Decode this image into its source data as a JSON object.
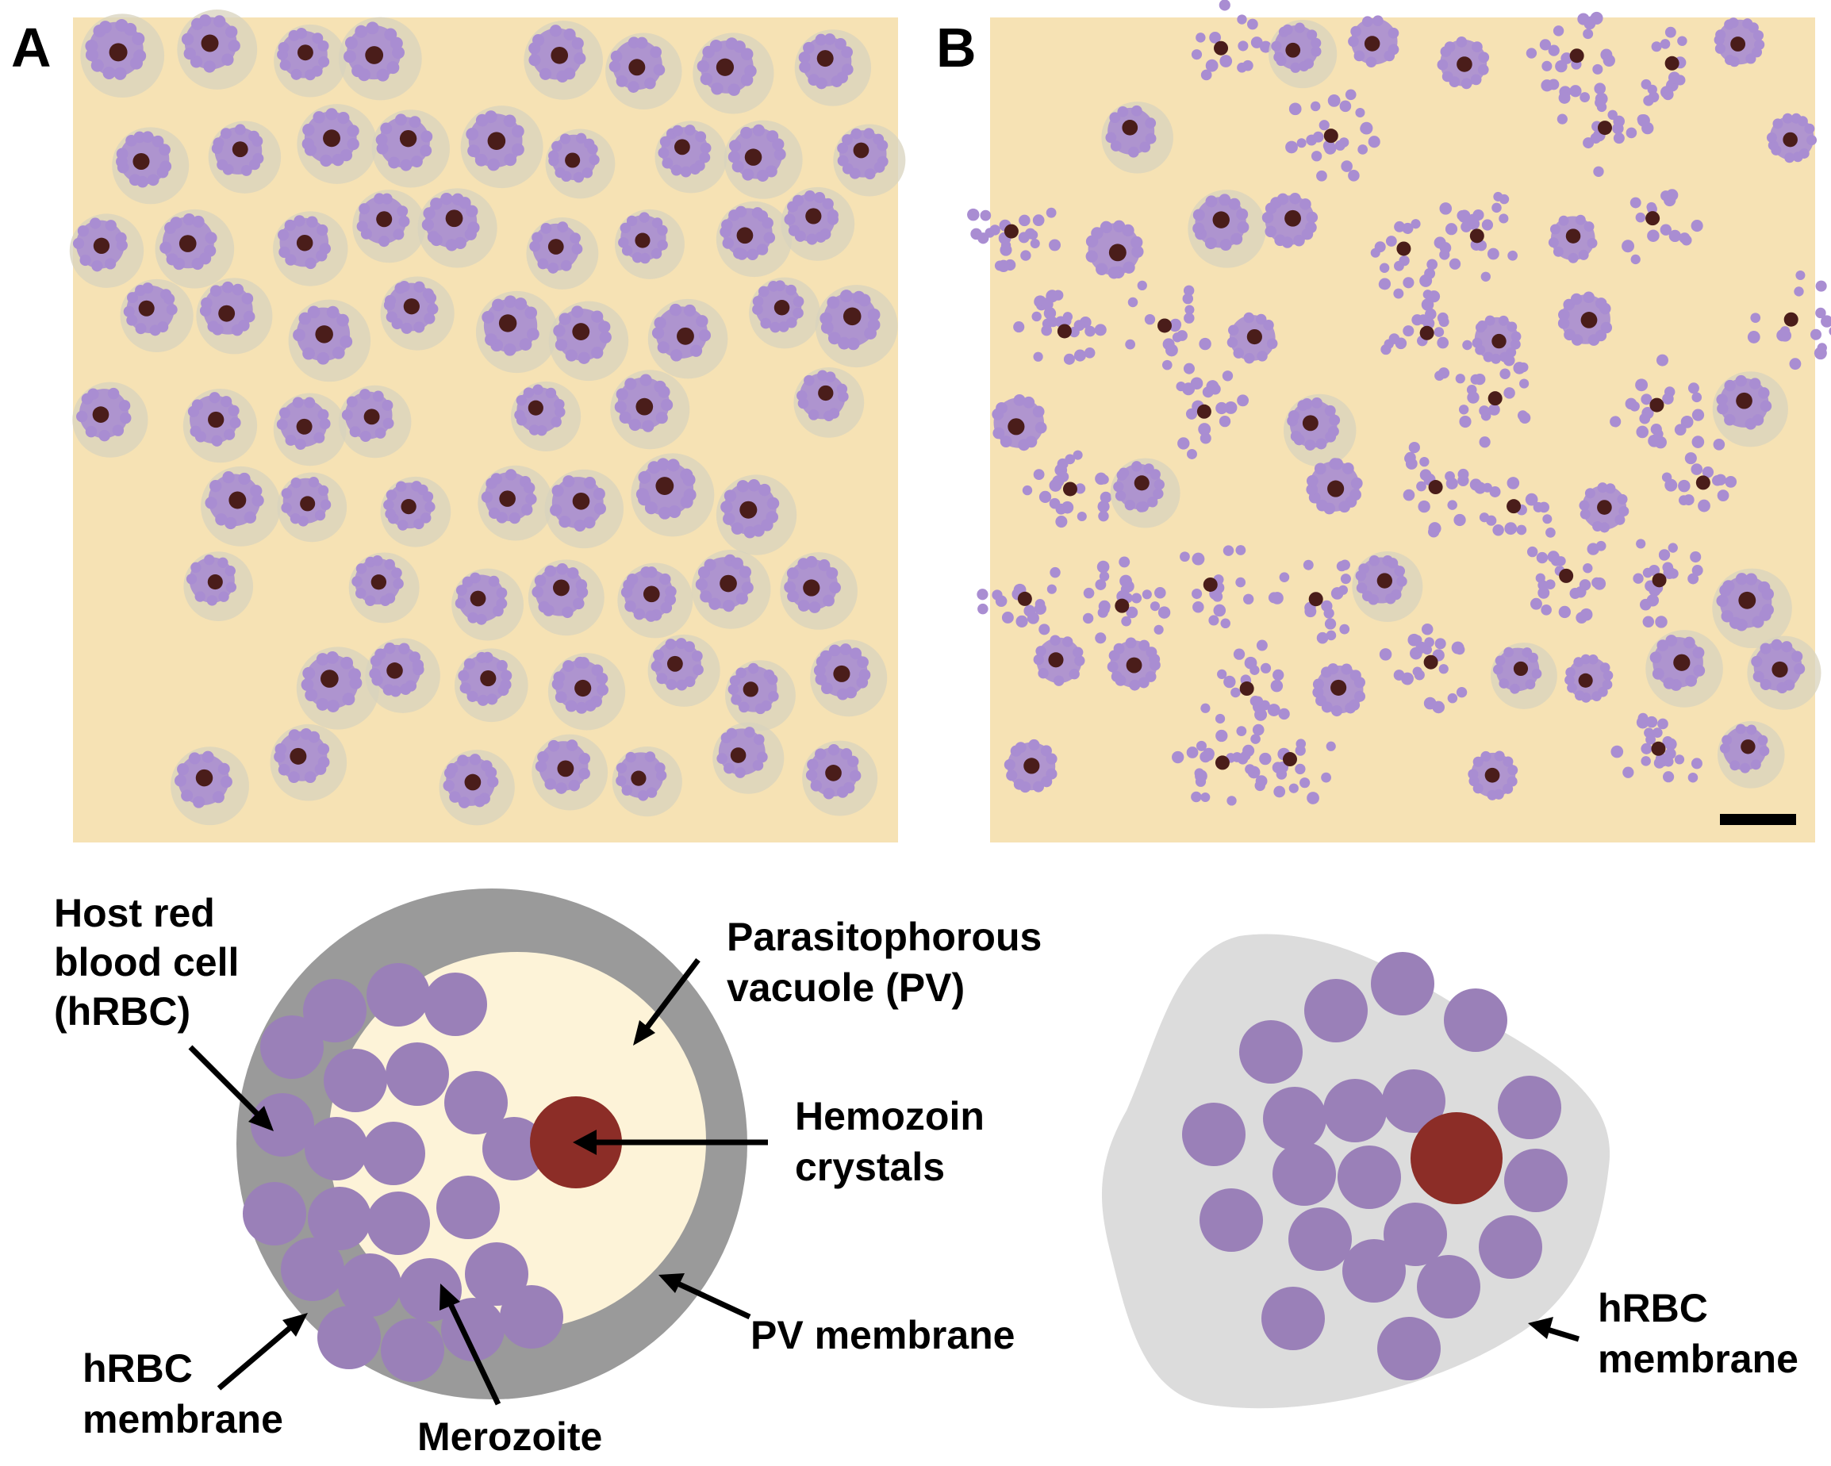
{
  "panels": [
    {
      "letter": "A"
    },
    {
      "letter": "B"
    }
  ],
  "diagram_intact": {
    "labels": {
      "hrbc_line1": "Host red",
      "hrbc_line2": "blood cell",
      "hrbc_line3": "(hRBC)",
      "pv_line1": "Parasitophorous",
      "pv_line2": "vacuole (PV)",
      "hemozoin_line1": "Hemozoin",
      "hemozoin_line2": "crystals",
      "pv_membrane": "PV membrane",
      "merozoite": "Merozoite",
      "hrbc_membrane_line1": "hRBC",
      "hrbc_membrane_line2": "membrane"
    }
  },
  "diagram_ruptured": {
    "labels": {
      "hrbc_membrane_line1": "hRBC",
      "hrbc_membrane_line2": "membrane"
    }
  },
  "colors": {
    "background_micrograph": "#f6e2b4",
    "rbc_ghost": "#d8d3bd",
    "merozoite": "#9a80b8",
    "merozoite_micro": "#a98dd2",
    "hemozoin": "#8c2d27",
    "hrbc": "#9a9a9a",
    "pv": "#fdf3d8",
    "ruptured_membrane": "#dcdcdc"
  }
}
